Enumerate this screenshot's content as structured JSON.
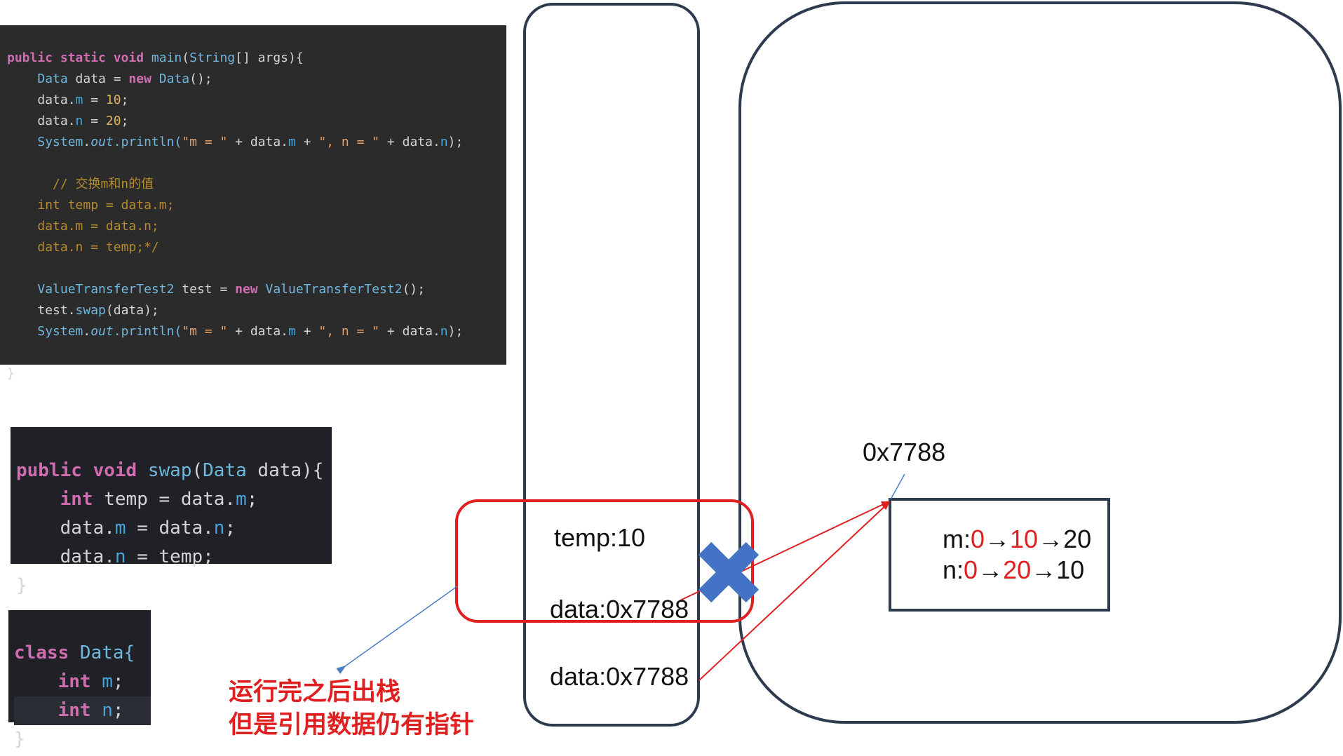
{
  "main_code": {
    "l1": {
      "a": "public static void ",
      "b": "main",
      "c": "(",
      "d": "String",
      "e": "[] args){"
    },
    "l2": {
      "a": "Data ",
      "b": "data = ",
      "c": "new ",
      "d": "Data",
      "e": "();"
    },
    "l3": {
      "a": "data.",
      "b": "m",
      "c": " = ",
      "d": "10",
      "e": ";"
    },
    "l4": {
      "a": "data.",
      "b": "n",
      "c": " = ",
      "d": "20",
      "e": ";"
    },
    "l5": {
      "a": "System",
      "b": ".",
      "c": "out",
      "d": ".println(",
      "e": "\"m = \"",
      "f": " + data.",
      "g": "m",
      "h": " + ",
      "i": "\", n = \"",
      "j": " + data.",
      "k": "n",
      "l": ");"
    },
    "l7": "// 交换m和n的值",
    "l8": "int temp = data.m;",
    "l9": "data.m = data.n;",
    "l10": "data.n = temp;*/",
    "l12": {
      "a": "ValueTransferTest2 ",
      "b": "test = ",
      "c": "new ",
      "d": "ValueTransferTest2",
      "e": "();"
    },
    "l13": {
      "a": "test.",
      "b": "swap",
      "c": "(data);"
    },
    "l14": {
      "a": "System",
      "b": ".",
      "c": "out",
      "d": ".println(",
      "e": "\"m = \"",
      "f": " + data.",
      "g": "m",
      "h": " + ",
      "i": "\", n = \"",
      "j": " + data.",
      "k": "n",
      "l": ");"
    },
    "l16": "}"
  },
  "swap_code": {
    "l1": {
      "a": "public ",
      "b": "void ",
      "c": "swap",
      "d": "(",
      "e": "Data ",
      "f": "data){"
    },
    "l2": {
      "a": "int ",
      "b": "temp = data.",
      "c": "m",
      "d": ";"
    },
    "l3": {
      "a": "data.",
      "b": "m",
      "c": " = data.",
      "d": "n",
      "e": ";"
    },
    "l4": {
      "a": "data.",
      "b": "n",
      "c": " = temp;"
    },
    "l5": "}"
  },
  "class_code": {
    "l1": {
      "a": "class ",
      "b": "Data{"
    },
    "l2": {
      "a": "int ",
      "b": "m",
      "c": ";"
    },
    "l3": {
      "a": "int ",
      "b": "n",
      "c": ";"
    },
    "l4": "}"
  },
  "stack": {
    "temp_label": "temp:10",
    "swap_data_label": "data:0x7788",
    "main_data_label": "data:0x7788"
  },
  "heap": {
    "address_label": "0x7788",
    "m_row": {
      "name": "m:",
      "v0": "0",
      "arrow1": "→",
      "v1": "10",
      "arrow2": "→",
      "v2": "20"
    },
    "n_row": {
      "name": "n:",
      "v0": "0",
      "arrow1": "→",
      "v1": "20",
      "arrow2": "→",
      "v2": "10"
    }
  },
  "annotation": {
    "line1": "运行完之后出栈",
    "line2": "但是引用数据仍有指针"
  },
  "colors": {
    "code_bg": "#2b2b2b",
    "red": "#e02020",
    "frame": "#2e3b4e",
    "cross": "#4472c4",
    "pointer": "#4a7fc8"
  }
}
